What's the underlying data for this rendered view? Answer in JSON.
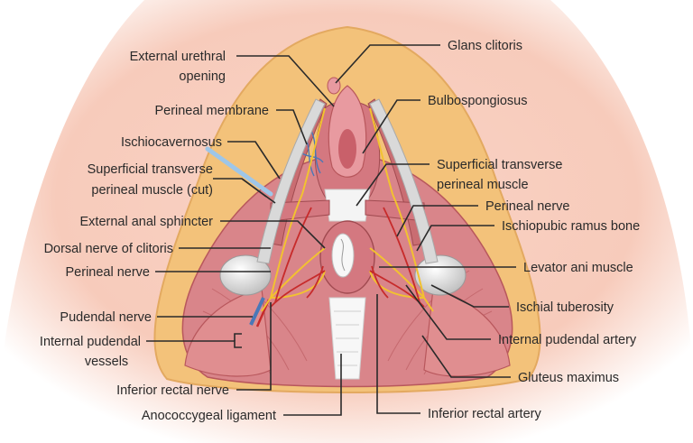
{
  "labels": {
    "external_urethral_opening": [
      "External urethral",
      "opening"
    ],
    "perineal_membrane": "Perineal membrane",
    "ischiocavernosus": "Ischiocavernosus",
    "superficial_transverse_cut": [
      "Superficial transverse",
      "perineal muscle (cut)"
    ],
    "external_anal_sphincter": "External anal sphincter",
    "dorsal_nerve_of_clitoris": "Dorsal nerve of clitoris",
    "perineal_nerve_left": "Perineal nerve",
    "pudendal_nerve": "Pudendal nerve",
    "internal_pudendal_vessels": [
      "Internal pudendal",
      "vessels"
    ],
    "inferior_rectal_nerve": "Inferior rectal nerve",
    "anococcygeal_ligament": "Anococcygeal ligament",
    "glans_clitoris": "Glans clitoris",
    "bulbospongiosus": "Bulbospongiosus",
    "superficial_transverse": [
      "Superficial transverse",
      "perineal muscle"
    ],
    "perineal_nerve_right": "Perineal nerve",
    "ischiopubic_ramus_bone": "Ischiopubic ramus bone",
    "levator_ani_muscle": "Levator ani muscle",
    "ischial_tuberosity": "Ischial tuberosity",
    "internal_pudendal_artery": "Internal pudendal artery",
    "gluteus_maximus": "Gluteus maximus",
    "inferior_rectal_artery": "Inferior rectal artery"
  },
  "colors": {
    "skin": "#f6c8b8",
    "fat": "#f3c27a",
    "muscle": "#d9858a",
    "muscle_dark": "#b8575c",
    "nerve": "#f2c230",
    "artery": "#c72b2b",
    "vein": "#4a78b8",
    "bone": "#d9d9d9",
    "ligament": "#f4f4f4"
  }
}
